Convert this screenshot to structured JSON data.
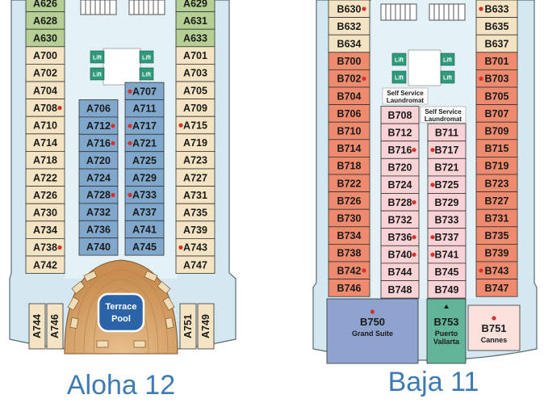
{
  "aloha": {
    "title": "Aloha 12",
    "pool_label": [
      "Terrace",
      "Pool"
    ],
    "left_outer": [
      "A626",
      "A628",
      "A630",
      "A700",
      "A702",
      "A704",
      "A708",
      "A710",
      "A714",
      "A718",
      "A722",
      "A726",
      "A730",
      "A734",
      "A738",
      "A742"
    ],
    "right_outer": [
      "A629",
      "A631",
      "A633",
      "A701",
      "A703",
      "A705",
      "A709",
      "A715",
      "A719",
      "A723",
      "A727",
      "A731",
      "A735",
      "A739",
      "A743",
      "A747"
    ],
    "inner_left": [
      "A706",
      "A712",
      "A716",
      "A720",
      "A724",
      "A728",
      "A732",
      "A736",
      "A740"
    ],
    "inner_right": [
      "A707",
      "A711",
      "A717",
      "A721",
      "A725",
      "A729",
      "A733",
      "A737",
      "A741",
      "A745"
    ],
    "aft_left": [
      "A744",
      "A746"
    ],
    "aft_right": [
      "A751",
      "A749"
    ],
    "lift_label": "Lift"
  },
  "baja": {
    "title": "Baja 11",
    "left_outer": [
      "B630",
      "B632",
      "B634",
      "B700",
      "B702",
      "B704",
      "B706",
      "B710",
      "B714",
      "B718",
      "B722",
      "B726",
      "B730",
      "B734",
      "B738",
      "B742",
      "B746"
    ],
    "right_outer": [
      "B633",
      "B635",
      "B637",
      "B701",
      "B703",
      "B705",
      "B707",
      "B709",
      "B715",
      "B719",
      "B723",
      "B727",
      "B731",
      "B735",
      "B739",
      "B743",
      "B747"
    ],
    "inner_left": [
      "B708",
      "B712",
      "B716",
      "B720",
      "B724",
      "B728",
      "B732",
      "B736",
      "B740",
      "B744",
      "B748"
    ],
    "inner_right": [
      "B711",
      "B717",
      "B721",
      "B725",
      "B729",
      "B733",
      "B737",
      "B741",
      "B745",
      "B749"
    ],
    "self_service": [
      "Self Service",
      "Laundromat"
    ],
    "lift_label": "Lift",
    "suites": [
      {
        "number": "B750",
        "name": "Grand Suite",
        "color": "#8ea4cf"
      },
      {
        "number": "B753",
        "name": "Puerto Vallarta",
        "color": "#63b59a"
      },
      {
        "number": "B751",
        "name": "Cannes",
        "color": "#fbe1dc"
      }
    ]
  },
  "colors": {
    "green_cabin": "#b5cf95",
    "beige_cabin": "#f4e4c4",
    "blue_cabin": "#7fa8cc",
    "salmon_cabin": "#ee8a6e",
    "pink_cabin": "#f8d2d5",
    "corridor": "#e4f1f7",
    "hull": "#d3e8f0",
    "lift": "#2f9a7a",
    "wood": "#d7a66b",
    "pool": "#2b63a8",
    "accent_dot": "#d6322a",
    "title": "#3f7bb3"
  }
}
